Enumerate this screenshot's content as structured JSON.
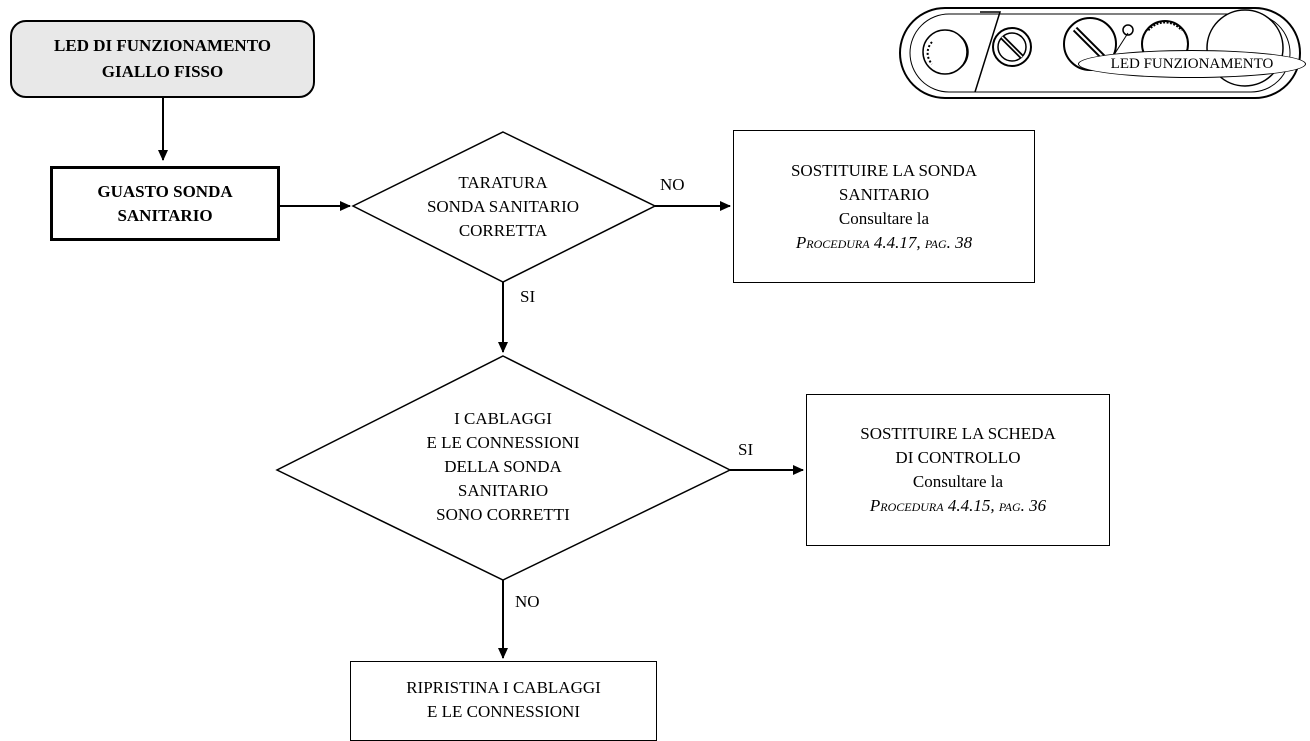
{
  "start": {
    "line1": "LED DI FUNZIONAMENTO",
    "line2": "GIALLO FISSO"
  },
  "fault": {
    "line1": "GUASTO SONDA",
    "line2": "SANITARIO"
  },
  "decision1": {
    "line1": "TARATURA",
    "line2": "SONDA SANITARIO",
    "line3": "CORRETTA"
  },
  "decision1_no_label": "NO",
  "decision1_yes_label": "SI",
  "action1": {
    "line1": "SOSTITUIRE LA SONDA",
    "line2": "SANITARIO",
    "line3": "Consultare la",
    "ref": "Procedura 4.4.17, pag. 38"
  },
  "decision2": {
    "line1": "I CABLAGGI",
    "line2": "E LE CONNESSIONI",
    "line3": "DELLA SONDA",
    "line4": "SANITARIO",
    "line5": "SONO CORRETTI"
  },
  "decision2_yes_label": "SI",
  "decision2_no_label": "NO",
  "action2": {
    "line1": "SOSTITUIRE LA SCHEDA",
    "line2": "DI CONTROLLO",
    "line3": "Consultare la",
    "ref": "Procedura 4.4.15, pag. 36"
  },
  "action3": {
    "line1": "RIPRISTINA I CABLAGGI",
    "line2": "E LE CONNESSIONI"
  },
  "panel": {
    "callout": "LED FUNZIONAMENTO"
  }
}
